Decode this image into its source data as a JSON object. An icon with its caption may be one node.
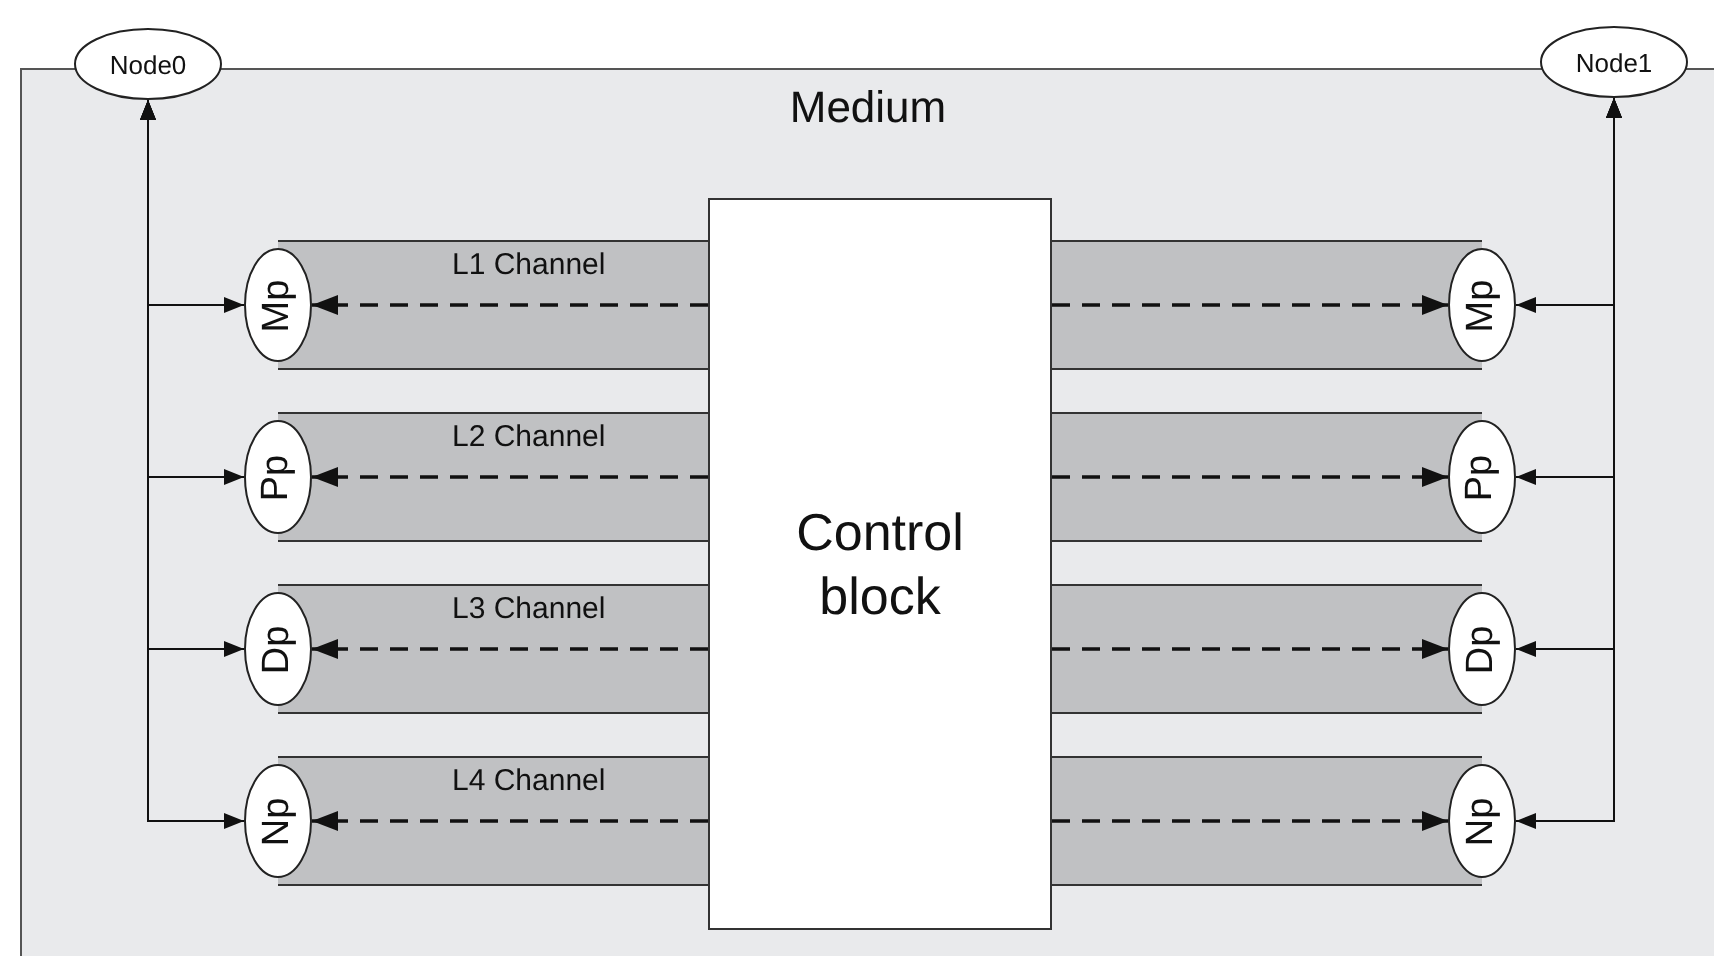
{
  "diagram": {
    "nodes": [
      {
        "text": [
          "Medium"
        ]
      },
      {
        "text": [
          "Node0"
        ]
      },
      {
        "text": [
          "Node1"
        ]
      },
      {
        "text": [
          "Control block"
        ],
        "in": 0
      },
      {
        "text": [
          "Mp"
        ],
        "in": 0
      },
      {
        "text": [
          "Mp"
        ],
        "in": 0
      },
      {
        "text": [
          "Pp"
        ],
        "in": 0
      },
      {
        "text": [
          "Pp"
        ],
        "in": 0
      },
      {
        "text": [
          "Dp"
        ],
        "in": 0
      },
      {
        "text": [
          "Dp"
        ],
        "in": 0
      },
      {
        "text": [
          "Np"
        ],
        "in": 0
      },
      {
        "text": [
          "Np"
        ],
        "in": 0
      }
    ],
    "edges": [
      {
        "from": 1,
        "to": 4,
        "arrow": "both"
      },
      {
        "from": 3,
        "to": 4,
        "arrow": "to",
        "style": "dashed"
      },
      {
        "from": 3,
        "to": 5,
        "arrow": "to",
        "style": "dashed"
      },
      {
        "from": 2,
        "to": 5,
        "arrow": "both"
      },
      {
        "from": 1,
        "to": 6,
        "arrow": "both"
      },
      {
        "from": 3,
        "to": 6,
        "arrow": "to",
        "style": "dashed"
      },
      {
        "from": 3,
        "to": 7,
        "arrow": "to",
        "style": "dashed"
      },
      {
        "from": 2,
        "to": 7,
        "arrow": "both"
      },
      {
        "from": 1,
        "to": 8,
        "arrow": "both"
      },
      {
        "from": 3,
        "to": 8,
        "arrow": "to",
        "style": "dashed"
      },
      {
        "from": 3,
        "to": 9,
        "arrow": "to",
        "style": "dashed"
      },
      {
        "from": 2,
        "to": 9,
        "arrow": "both"
      },
      {
        "from": 1,
        "to": 10,
        "arrow": "both"
      },
      {
        "from": 3,
        "to": 10,
        "arrow": "to",
        "style": "dashed"
      },
      {
        "from": 3,
        "to": 11,
        "arrow": "to",
        "style": "dashed"
      },
      {
        "from": 2,
        "to": 11,
        "arrow": "both"
      }
    ],
    "labels": [
      "L1 Channel",
      "L2 Channel",
      "L3 Channel",
      "L4 Channel"
    ]
  }
}
